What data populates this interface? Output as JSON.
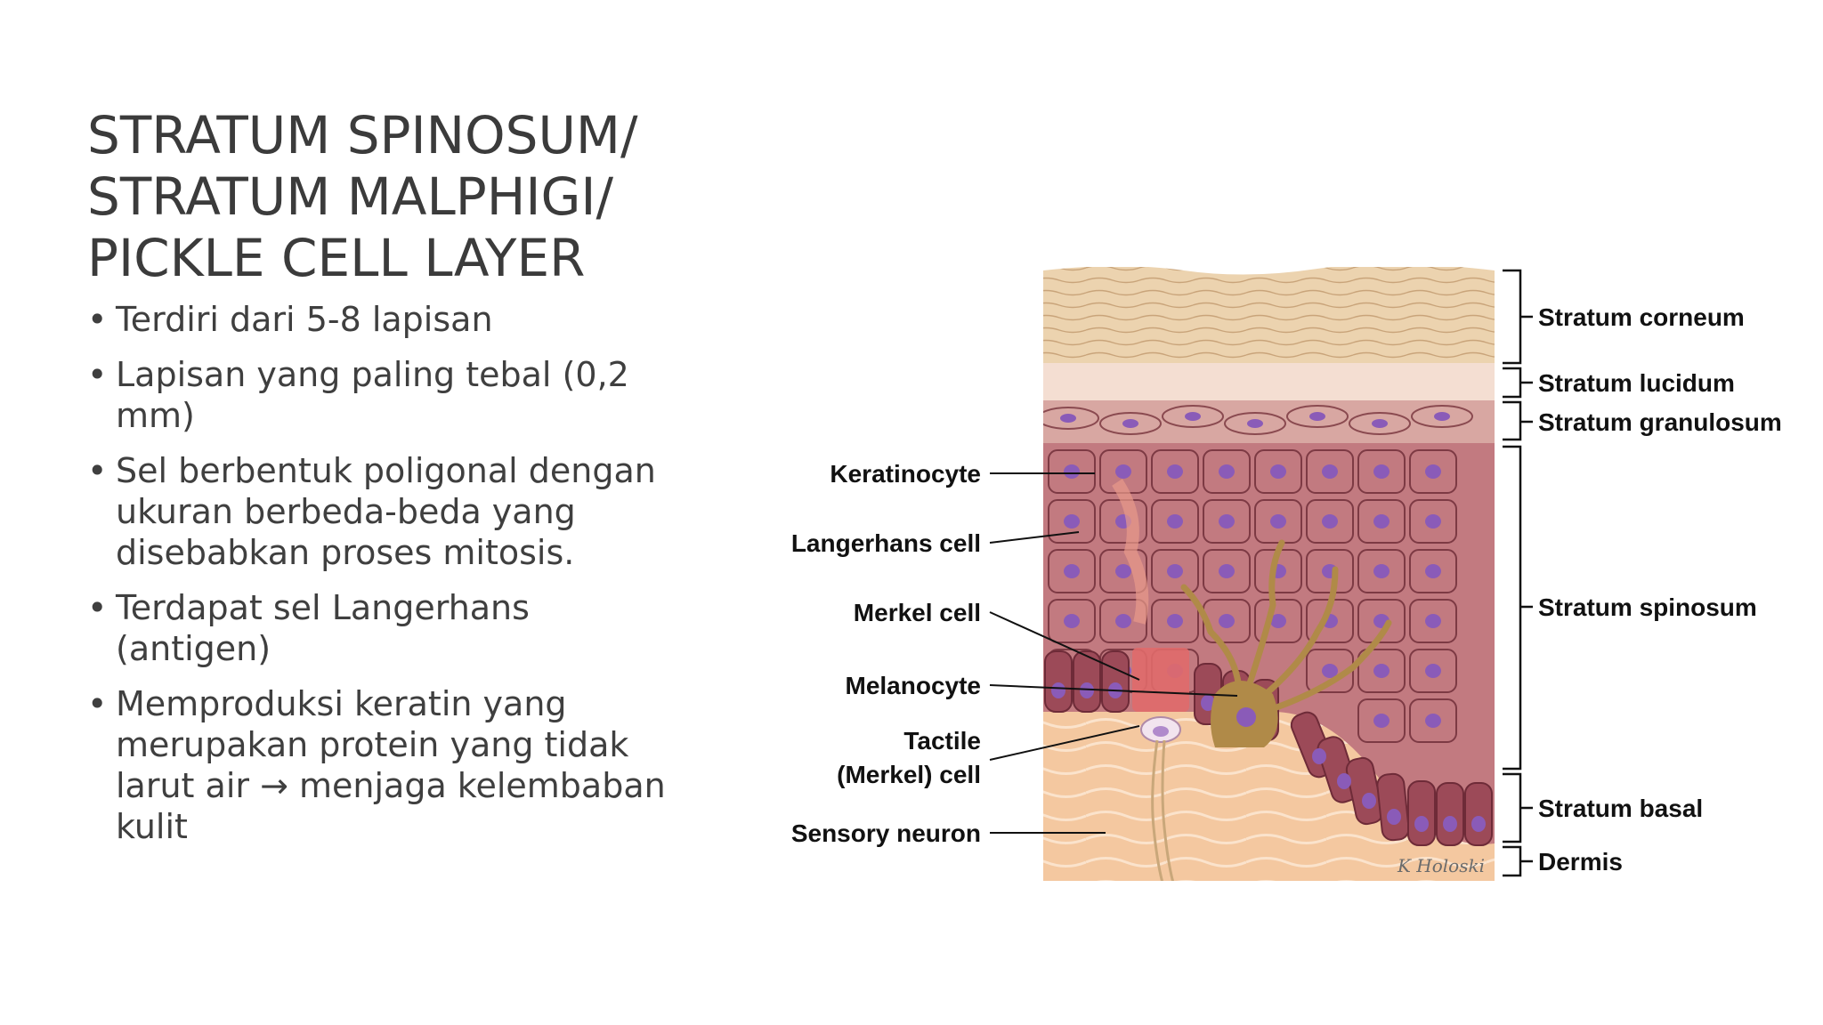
{
  "slide": {
    "title_lines": [
      "STRATUM SPINOSUM/",
      "STRATUM MALPHIGI/",
      "PICKLE CELL LAYER"
    ],
    "bullets": [
      "Terdiri dari 5-8 lapisan",
      "Lapisan yang paling tebal (0,2 mm)",
      "Sel berbentuk poligonal dengan ukuran berbeda-beda yang disebabkan proses mitosis.",
      "Terdapat sel Langerhans (antigen)",
      "Memproduksi keratin yang merupakan protein yang tidak larut air → menjaga kelembaban kulit"
    ],
    "bullet_glyph": "•"
  },
  "figure": {
    "left_labels": {
      "keratinocyte": "Keratinocyte",
      "langerhans": "Langerhans cell",
      "merkel": "Merkel cell",
      "melanocyte": "Melanocyte",
      "tactile_line1": "Tactile",
      "tactile_line2": "(Merkel) cell",
      "sensory_neuron": "Sensory neuron"
    },
    "right_labels": {
      "corneum": "Stratum corneum",
      "lucidum": "Stratum lucidum",
      "granulosum": "Stratum granulosum",
      "spinosum": "Stratum spinosum",
      "basal": "Stratum basal",
      "dermis": "Dermis"
    },
    "watermark": "K Holoski",
    "colors": {
      "corneum": "#e9cfa9",
      "lucidum": "#f3ddd0",
      "granulosum": "#d9a9a4",
      "spinosum_cell": "#c27a80",
      "basal_cell": "#9c4a58",
      "nucleus": "#8a5bb8",
      "dermis": "#f2c49c",
      "melanocyte": "#b08a48",
      "merkel": "#e06a6a"
    }
  }
}
